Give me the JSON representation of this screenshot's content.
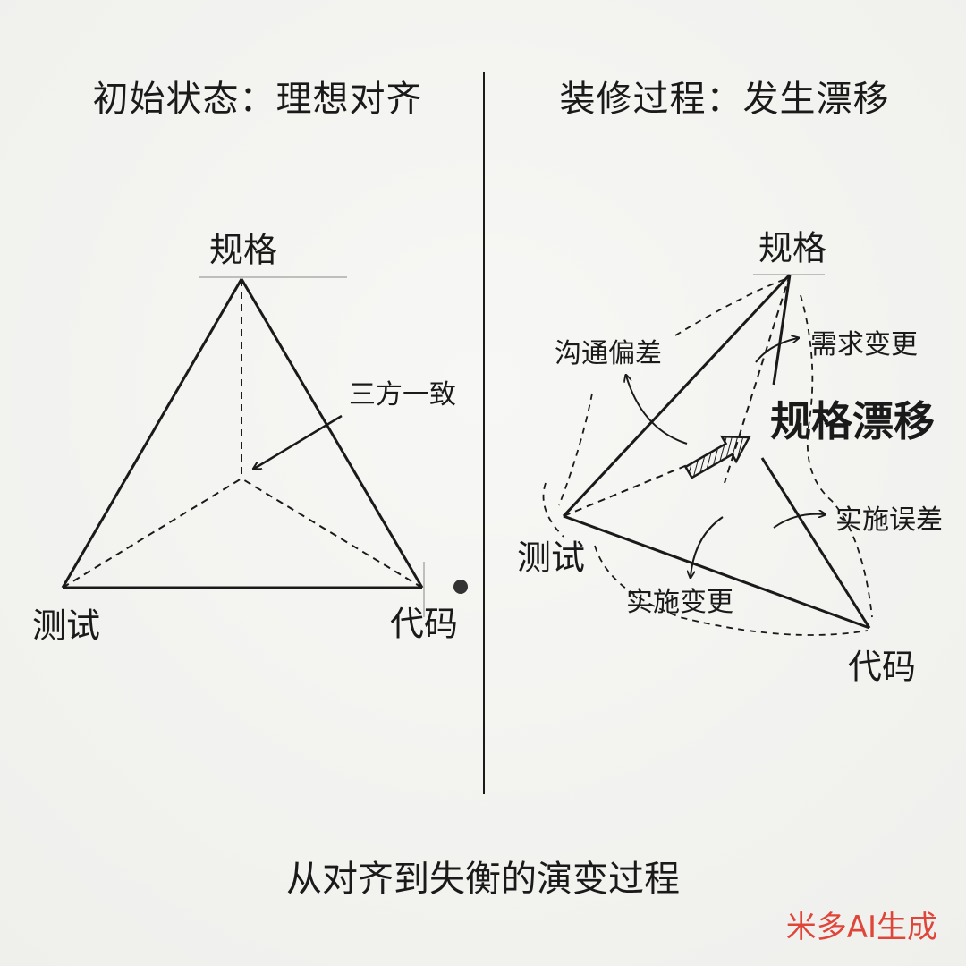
{
  "left": {
    "title": "初始状态：理想对齐",
    "nodes": {
      "top": "规格",
      "left": "测试",
      "right": "代码"
    },
    "note": "三方一致"
  },
  "right": {
    "title": "装修过程：发生漂移",
    "nodes": {
      "top": "规格",
      "left": "测试",
      "right": "代码"
    },
    "drift_label": "规格漂移",
    "notes": {
      "comm": "沟通偏差",
      "req": "需求变更",
      "impl_err": "实施误差",
      "impl_change": "实施变更"
    }
  },
  "caption": "从对齐到失衡的演变过程",
  "watermark": "米多AI生成"
}
